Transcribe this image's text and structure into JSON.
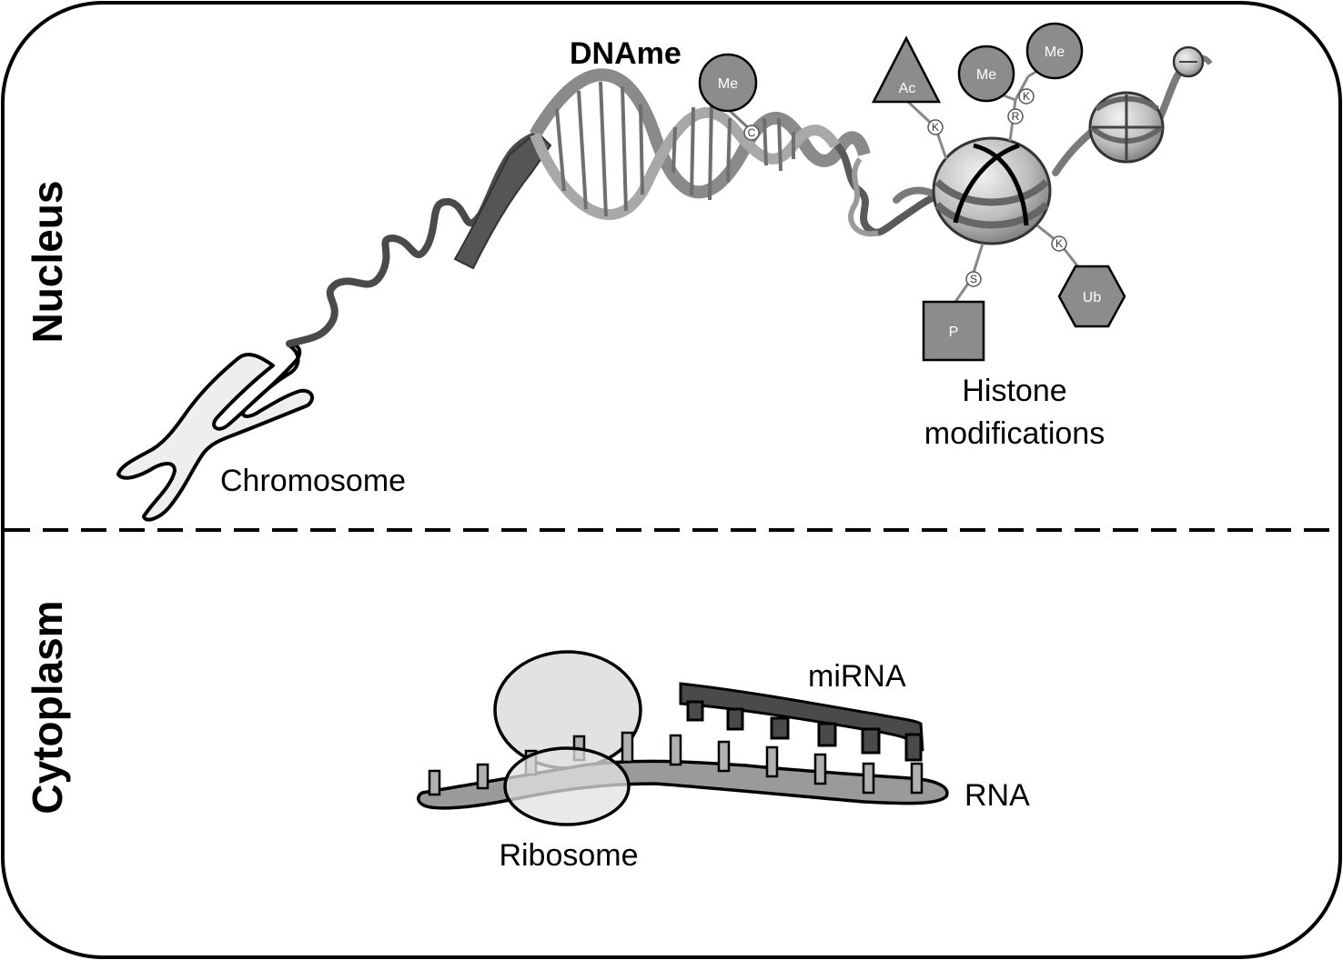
{
  "regions": {
    "nucleus": "Nucleus",
    "cytoplasm": "Cytoplasm"
  },
  "labels": {
    "dname": "DNAme",
    "chromosome": "Chromosome",
    "histone_line1": "Histone",
    "histone_line2": "modifications",
    "mirna": "miRNA",
    "rna": "RNA",
    "ribosome": "Ribosome"
  },
  "marks": {
    "dna_me": "Me",
    "acetyl": "Ac",
    "methyl_1": "Me",
    "methyl_2": "Me",
    "phospho": "P",
    "ubiquitin": "Ub"
  },
  "residues": {
    "cytosine": "C",
    "lysine_ac": "K",
    "arginine": "R",
    "lysine_me": "K",
    "serine": "S",
    "lysine_ub": "K"
  },
  "colors": {
    "mark_fill": "#8c8c8c",
    "ribosome_fill": "#e2e2e2",
    "chromosome_fill": "#eeeeee",
    "rna_fill": "#9a9a9a",
    "mirna_fill": "#4a4a4a"
  }
}
